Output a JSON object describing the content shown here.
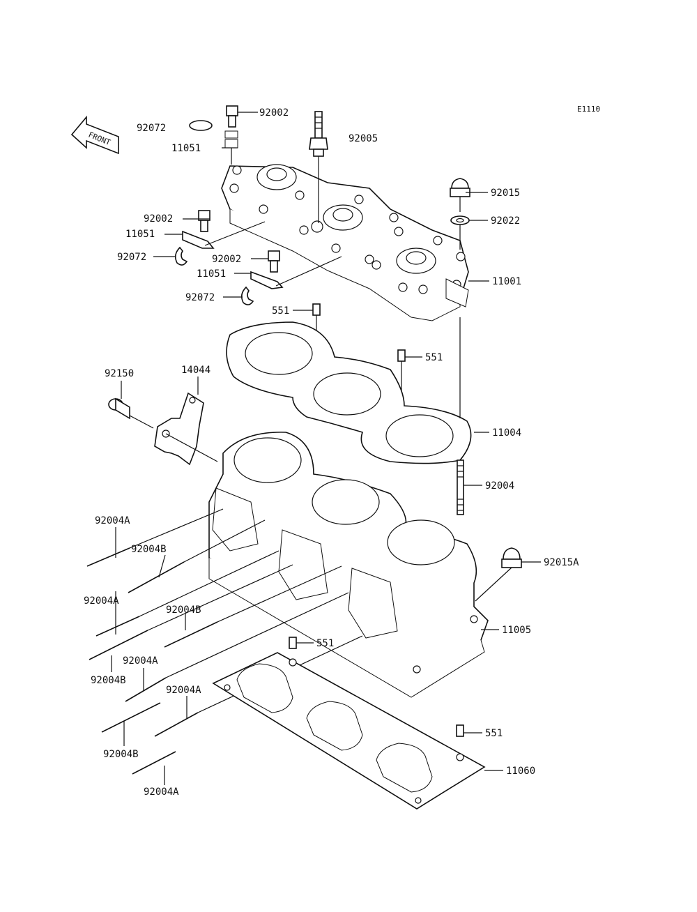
{
  "diagram": {
    "code": "E1110",
    "front_label": "FRONT",
    "callouts": {
      "c92072_a": "92072",
      "c92002_a": "92002",
      "c11051_a": "11051",
      "c92005": "92005",
      "c92015": "92015",
      "c92022": "92022",
      "c92002_b": "92002",
      "c11051_b": "11051",
      "c92072_b": "92072",
      "c92002_c": "92002",
      "c11051_c": "11051",
      "c92072_c": "92072",
      "c11001": "11001",
      "c551_a": "551",
      "c551_b": "551",
      "c92150": "92150",
      "c14044": "14044",
      "c11004": "11004",
      "c92004": "92004",
      "c92004A_a": "92004A",
      "c92004B_a": "92004B",
      "c92015A": "92015A",
      "c92004A_b": "92004A",
      "c92004B_b": "92004B",
      "c11005": "11005",
      "c551_c": "551",
      "c92004A_c": "92004A",
      "c92004B_c": "92004B",
      "c92004A_d": "92004A",
      "c551_d": "551",
      "c92004B_d": "92004B",
      "c11060": "11060",
      "c92004A_e": "92004A"
    }
  }
}
